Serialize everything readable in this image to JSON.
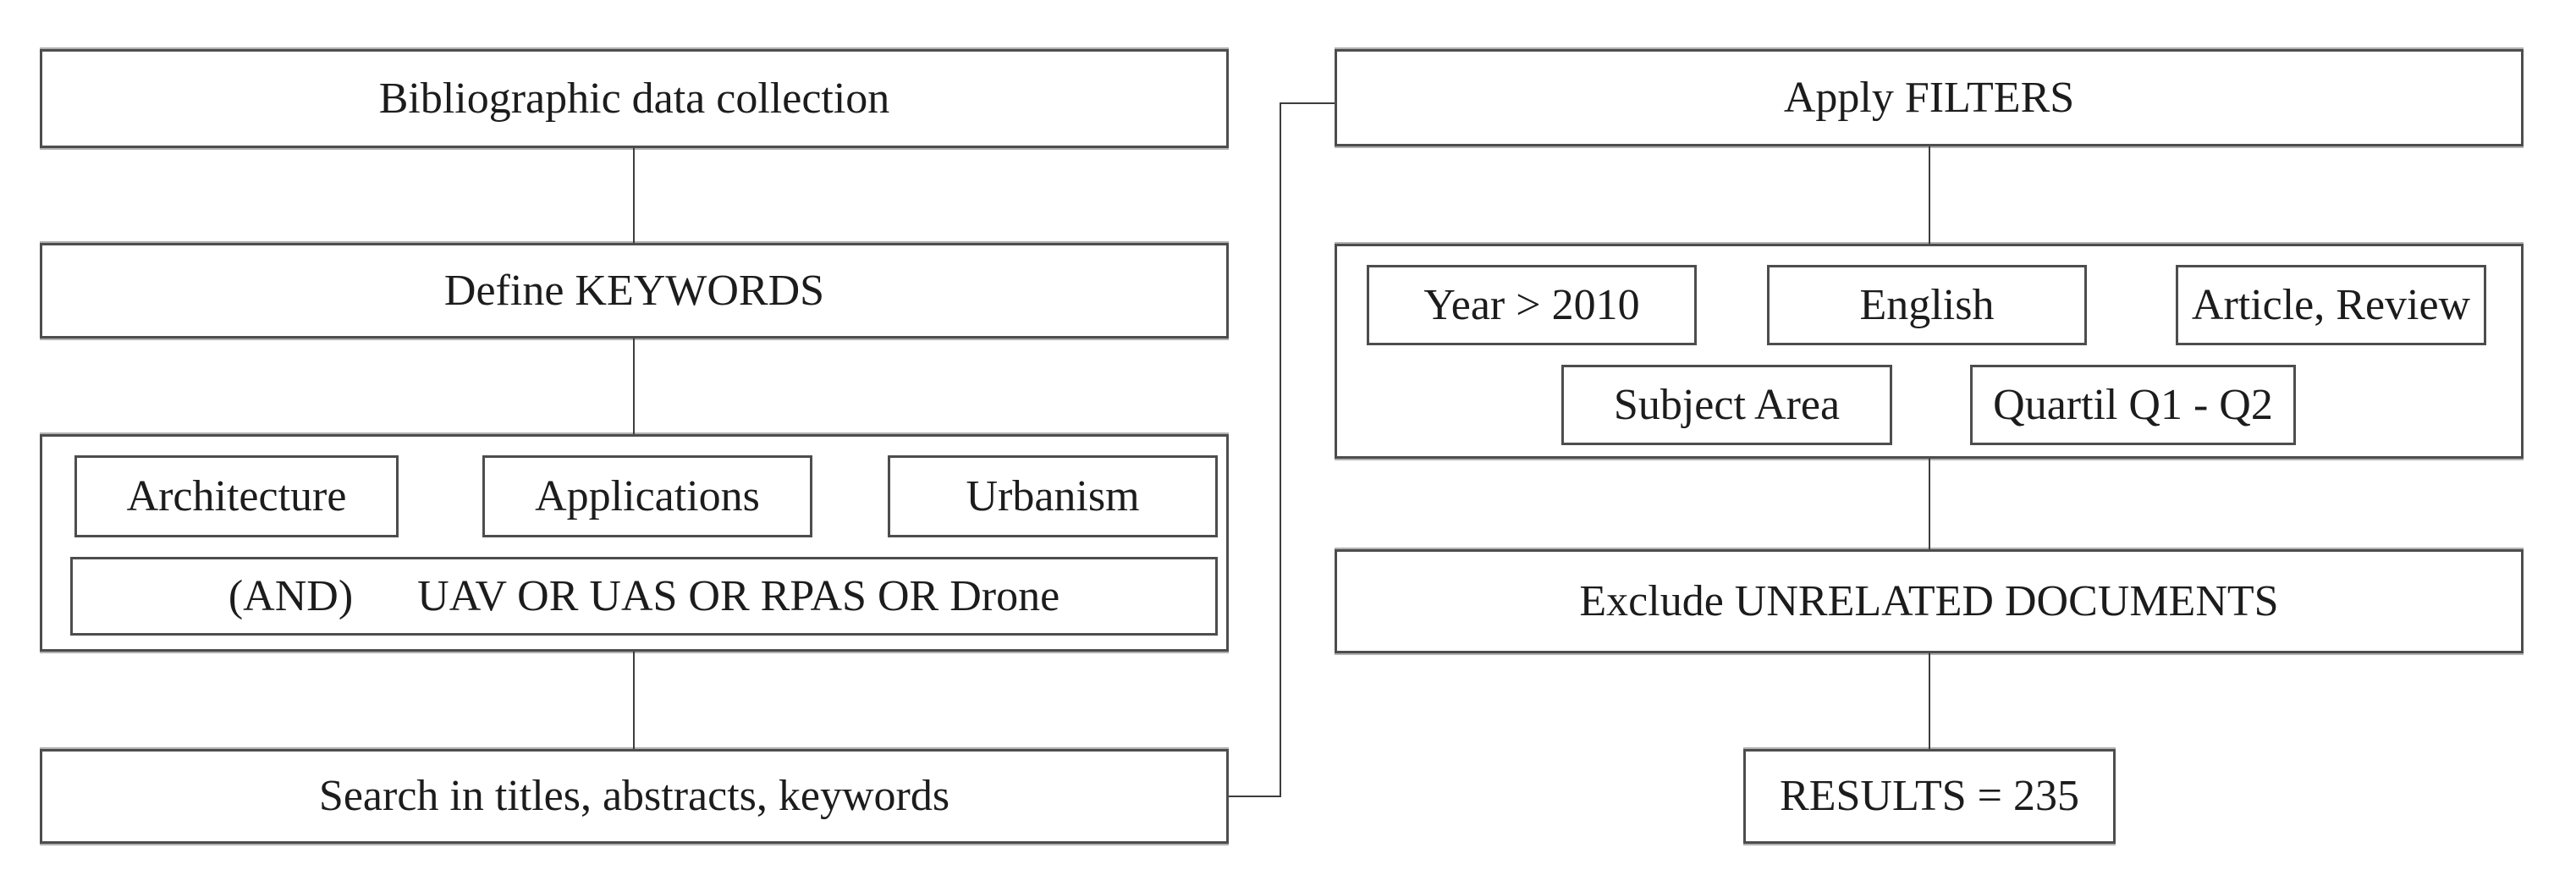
{
  "flow": {
    "left": {
      "bibliographic": "Bibliographic data collection",
      "define_keywords": "Define KEYWORDS",
      "keyword_terms": [
        "Architecture",
        "Applications",
        "Urbanism"
      ],
      "and_label": "(AND)",
      "and_terms": "UAV OR UAS OR RPAS OR Drone",
      "search": "Search in titles, abstracts, keywords"
    },
    "right": {
      "apply_filters": "Apply FILTERS",
      "filters_row1": [
        "Year > 2010",
        "English",
        "Article, Review"
      ],
      "filters_row2": [
        "Subject Area",
        "Quartil Q1 - Q2"
      ],
      "exclude": "Exclude UNRELATED DOCUMENTS",
      "results": "RESULTS = 235"
    },
    "colors": {
      "border": "#4d4d4d",
      "text": "#1c1c1c",
      "background": "#ffffff"
    }
  }
}
